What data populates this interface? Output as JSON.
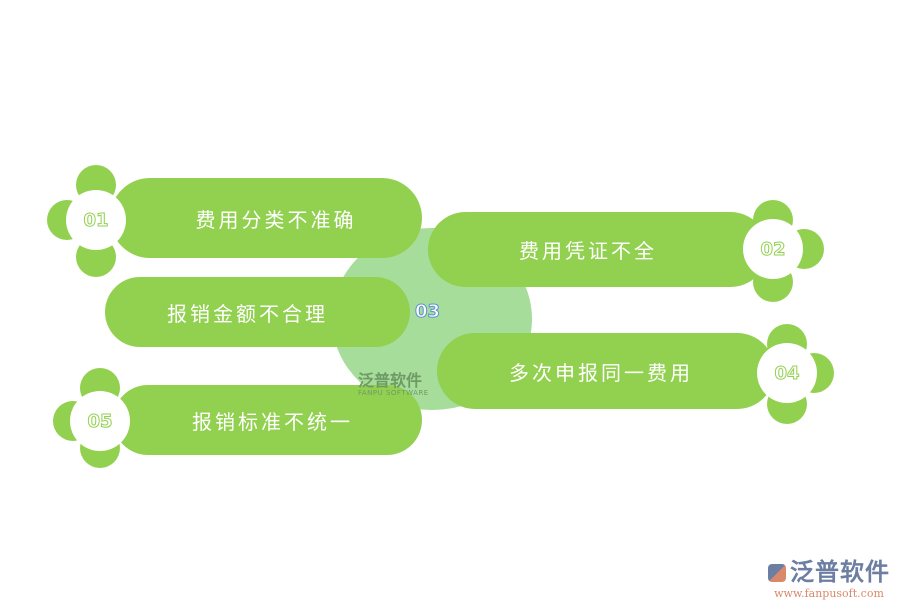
{
  "items": [
    {
      "number": "01",
      "label": "费用分类不准确"
    },
    {
      "number": "02",
      "label": "费用凭证不全"
    },
    {
      "number": "03",
      "label": "报销金额不合理"
    },
    {
      "number": "04",
      "label": "多次申报同一费用"
    },
    {
      "number": "05",
      "label": "报销标准不统一"
    }
  ],
  "watermark": {
    "text": "泛普软件",
    "sub": "FANPU SOFTWARE"
  },
  "logo": {
    "text": "泛普软件",
    "url": "www.fanpusoft.com"
  },
  "colors": {
    "pill": "#92D050",
    "hub": "#A6DD9A",
    "number3": "#5b8fd6"
  }
}
